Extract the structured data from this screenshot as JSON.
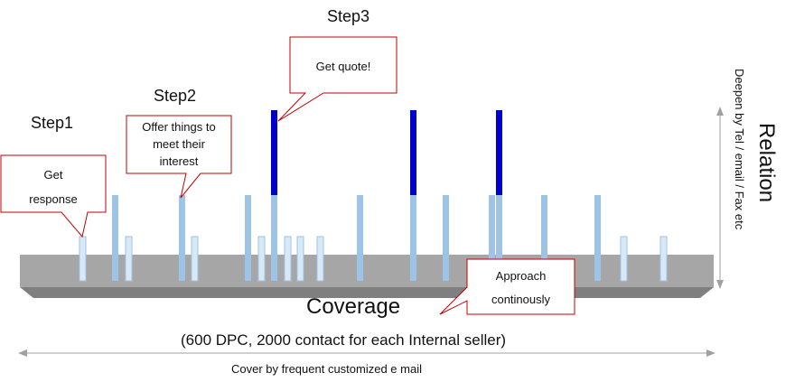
{
  "steps": {
    "step1": "Step1",
    "step2": "Step2",
    "step3": "Step3"
  },
  "callouts": {
    "get_response_line1": "Get",
    "get_response_line2": "response",
    "offer_line1": "Offer things to",
    "offer_line2": "meet their",
    "offer_line3": "interest",
    "get_quote": "Get quote!",
    "approach_line1": "Approach",
    "approach_line2": "continously"
  },
  "labels": {
    "coverage": "Coverage",
    "coverage_detail": "(600 DPC, 2000 contact for each Internal seller)",
    "cover_by": "Cover by frequent customized e mail",
    "relation": "Relation",
    "deepen_by": "Deepen by Tel / email / Fax etc"
  },
  "colors": {
    "platform_top": "#a6a6a6",
    "platform_front": "#7f7f7f",
    "bar_short": "#d9e8f5",
    "bar_medium": "#9dc3e6",
    "bar_tall": "#0000cc",
    "callout_border": "#c00000",
    "arrow": "#a0a0a0"
  }
}
